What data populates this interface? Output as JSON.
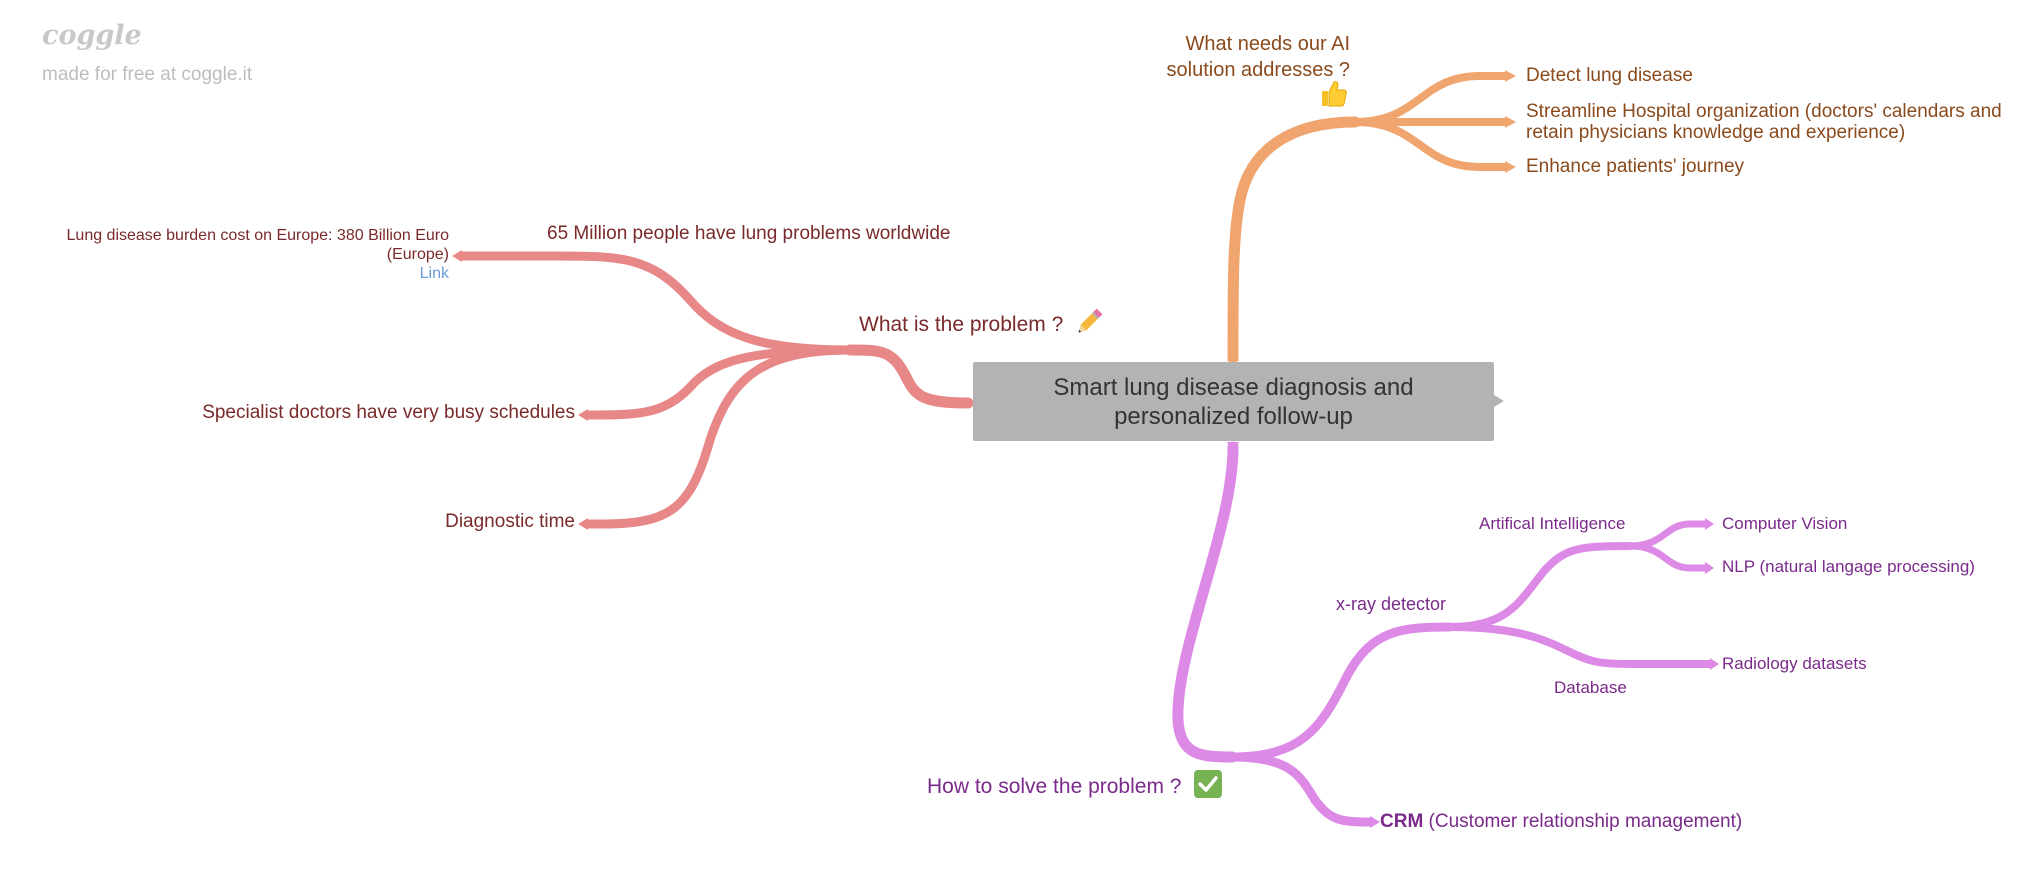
{
  "brand": {
    "logo_text": "coggle",
    "made_text": "made for free at coggle.it"
  },
  "central": {
    "line1": "Smart lung disease diagnosis and",
    "line2": "personalized follow-up"
  },
  "problem": {
    "title": "What is the problem ?",
    "icon": "pencil-icon",
    "color": "#e88787",
    "items": {
      "million": "65 Million people have lung problems worldwide",
      "cost_line1": "Lung disease burden cost on Europe: 380 Billion Euro",
      "cost_line2": "(Europe)",
      "cost_link": "Link",
      "specialists": "Specialist doctors have very busy schedules",
      "diagnostic": "Diagnostic time"
    }
  },
  "needs": {
    "title_line1": "What needs our AI",
    "title_line2": "solution addresses ?",
    "icon": "thumbs-up-icon",
    "color": "#f0a56f",
    "items": {
      "detect": "Detect lung disease",
      "streamline_line1": "Streamline Hospital organization (doctors' calendars and",
      "streamline_line2": "retain physicians knowledge and experience)",
      "enhance": "Enhance patients' journey"
    }
  },
  "solve": {
    "title": "How to solve the problem ?",
    "icon": "check-icon",
    "color": "#dd8ae6",
    "xray": "x-ray detector",
    "ai": "Artifical Intelligence",
    "computer_vision": "Computer Vision",
    "nlp": "NLP (natural langage processing)",
    "database": "Database",
    "radiology": "Radiology datasets",
    "crm_bold": "CRM",
    "crm_rest": " (Customer relationship management)"
  }
}
